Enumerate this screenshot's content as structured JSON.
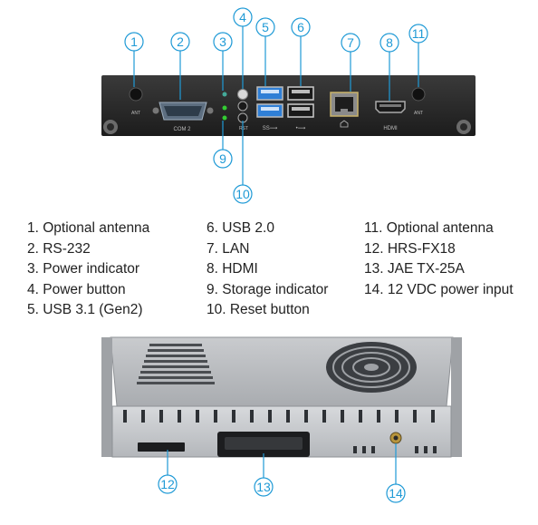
{
  "callouts": {
    "c1": "1",
    "c2": "2",
    "c3": "3",
    "c4": "4",
    "c5": "5",
    "c6": "6",
    "c7": "7",
    "c8": "8",
    "c9": "9",
    "c10": "10",
    "c11": "11",
    "c12": "12",
    "c13": "13",
    "c14": "14"
  },
  "panel_marks": {
    "ant_left": "ANT",
    "ant_right": "ANT",
    "serial": "COM 2",
    "usb3": "SS⟿",
    "usb2": "•⟿",
    "hdmi": "HDMI",
    "reset": "RST"
  },
  "legend": {
    "col1": [
      "1. Optional antenna",
      "2. RS-232",
      "3. Power indicator",
      "4. Power button",
      "5. USB 3.1 (Gen2)"
    ],
    "col2": [
      "6. USB 2.0",
      "7. LAN",
      "8. HDMI",
      "9. Storage indicator",
      "10. Reset button"
    ],
    "col3": [
      "11. Optional antenna",
      "12. HRS-FX18",
      "13. JAE TX-25A",
      "14. 12 VDC power input"
    ]
  },
  "colors": {
    "callout": "#1f9ad6",
    "panel": "#262626",
    "usb3": "#2f7fd6",
    "chassis": "#b9bcc0"
  }
}
